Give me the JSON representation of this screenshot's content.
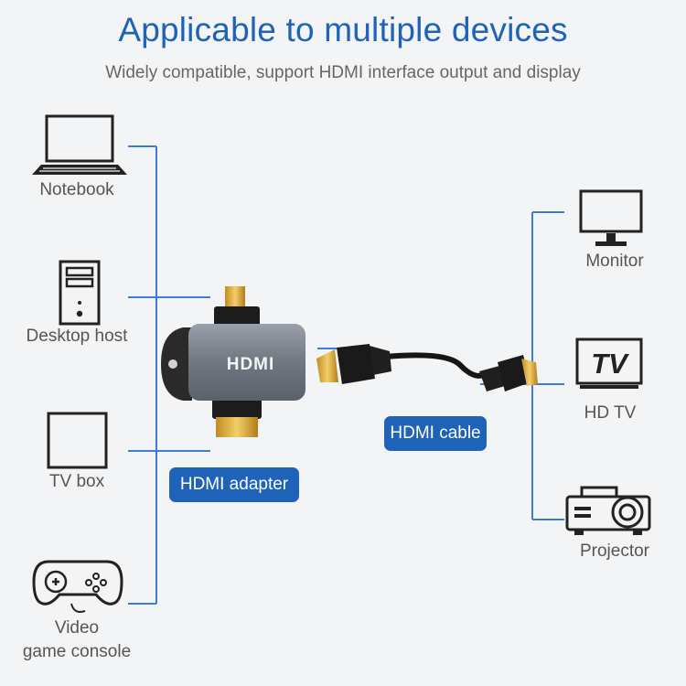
{
  "header": {
    "title": "Applicable to multiple devices",
    "subtitle": "Widely compatible, support HDMI interface output and display"
  },
  "left_devices": {
    "notebook": "Notebook",
    "desktop": "Desktop host",
    "tvbox": "TV box",
    "console_line1": "Video",
    "console_line2": "game console"
  },
  "right_devices": {
    "monitor": "Monitor",
    "hdtv": "HD TV",
    "projector": "Projector"
  },
  "product": {
    "adapter_label": "HDMI adapter",
    "cable_label": "HDMI cable",
    "adapter_brand": "HDMI"
  },
  "tv_icon_text": "TV",
  "colors": {
    "accent": "#1f63b8",
    "connector_line": "#3b7dd8"
  }
}
